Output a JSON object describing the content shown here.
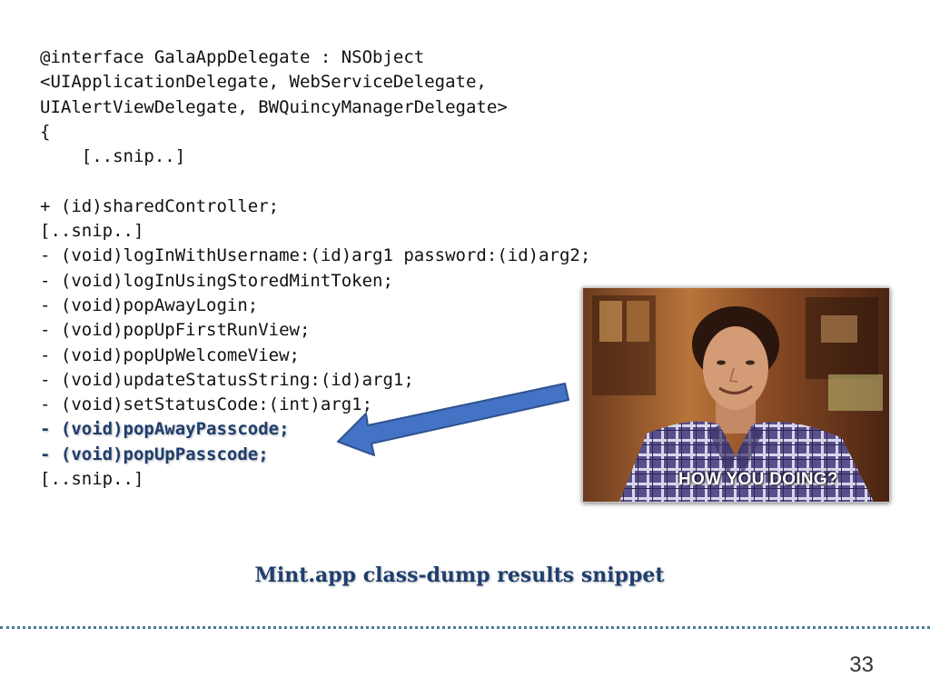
{
  "code_lines": [
    "@interface GalaAppDelegate : NSObject",
    "<UIApplicationDelegate, WebServiceDelegate,",
    "UIAlertViewDelegate, BWQuincyManagerDelegate>",
    "{",
    "    [..snip..]",
    "",
    "+ (id)sharedController;",
    "[..snip..]",
    "- (void)logInWithUsername:(id)arg1 password:(id)arg2;",
    "- (void)logInUsingStoredMintToken;",
    "- (void)popAwayLogin;",
    "- (void)popUpFirstRunView;",
    "- (void)popUpWelcomeView;",
    "- (void)updateStatusString:(id)arg1;",
    "- (void)setStatusCode:(int)arg1;",
    "- (void)popAwayPasscode;",
    "- (void)popUpPasscode;",
    "[..snip..]"
  ],
  "photo": {
    "caption": "HOW YOU DOING?"
  },
  "slide": {
    "caption": "Mint.app class-dump results snippet",
    "page_number": "33"
  },
  "colors": {
    "highlight_text": "#1f3e6e",
    "arrow_fill": "#4472c4",
    "arrow_stroke": "#2f528f",
    "divider": "#4a7b96"
  },
  "icons": {
    "arrow": "left-arrow-icon"
  }
}
